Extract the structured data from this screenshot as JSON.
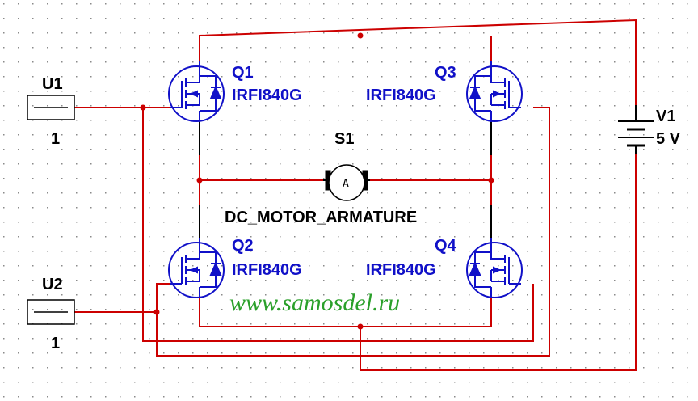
{
  "colors": {
    "wire": "#cc0000",
    "component": "#1010c8",
    "black": "#000000",
    "grid": "#8a8a8a",
    "watermark": "#2aa02a"
  },
  "sources": {
    "u1": {
      "ref": "U1",
      "value": "1"
    },
    "u2": {
      "ref": "U2",
      "value": "1"
    }
  },
  "transistors": {
    "q1": {
      "ref": "Q1",
      "model": "IRFI840G"
    },
    "q2": {
      "ref": "Q2",
      "model": "IRFI840G"
    },
    "q3": {
      "ref": "Q3",
      "model": "IRFI840G"
    },
    "q4": {
      "ref": "Q4",
      "model": "IRFI840G"
    }
  },
  "motor": {
    "ref": "S1",
    "type": "DC_MOTOR_ARMATURE",
    "symbol": "A"
  },
  "battery": {
    "ref": "V1",
    "value": "5 V"
  },
  "watermark": "www.samosdel.ru",
  "icons": [
    "nmos-transistor-icon",
    "dc-motor-icon",
    "battery-icon",
    "dc-source-icon"
  ]
}
